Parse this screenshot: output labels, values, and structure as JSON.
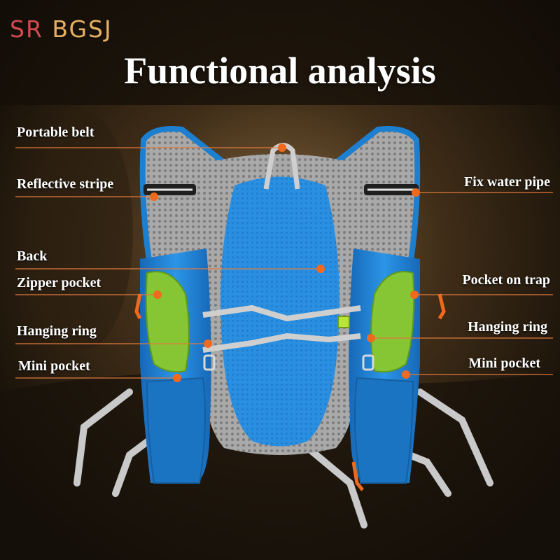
{
  "brand": {
    "part1": "SR",
    "part2": "BGSJ"
  },
  "title": "Functional analysis",
  "callouts": {
    "portable_belt": "Portable belt",
    "reflective_stripe": "Reflective stripe",
    "back": "Back",
    "zipper_pocket": "Zipper pocket",
    "hanging_ring_left": "Hanging ring",
    "mini_pocket_left": "Mini pocket",
    "fix_water_pipe": "Fix water pipe",
    "pocket_on_trap": "Pocket on trap",
    "hanging_ring_right": "Hanging ring",
    "mini_pocket_right": "Mini pocket"
  },
  "colors": {
    "vest_blue": "#1d7fd0",
    "mesh_gray": "#9a9a9a",
    "pocket_green": "#86c534",
    "callout_dot": "#f06a1e",
    "brand_red": "#d24a52",
    "brand_gold": "#e6b062"
  }
}
